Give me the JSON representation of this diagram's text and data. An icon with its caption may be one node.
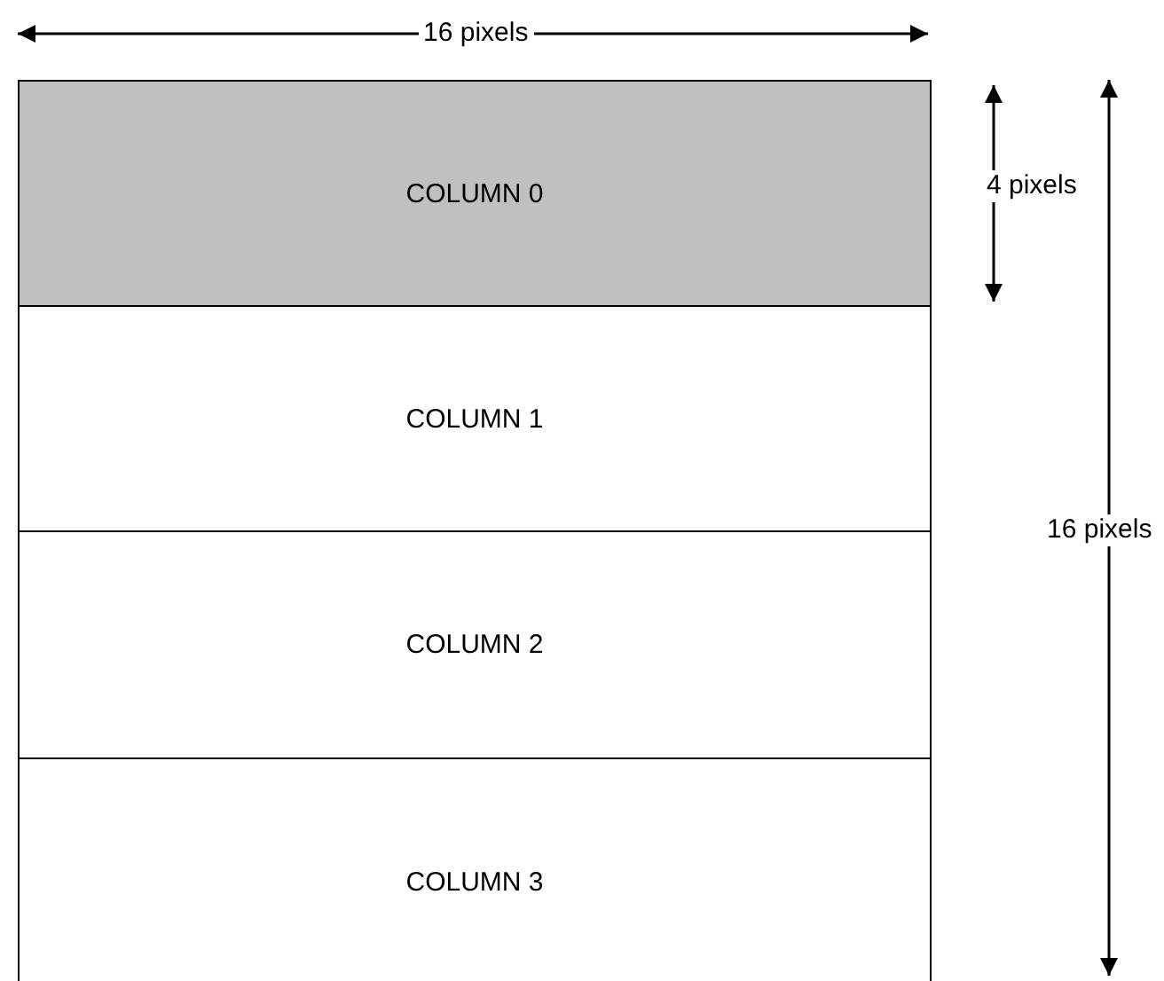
{
  "diagram": {
    "nodes": [
      {
        "text": [
          "COLUMN 0"
        ]
      },
      {
        "text": [
          "COLUMN 1"
        ]
      },
      {
        "text": [
          "COLUMN 2"
        ]
      },
      {
        "text": [
          "COLUMN 3"
        ]
      }
    ],
    "labels": [
      "16 pixels",
      "4 pixels",
      "16 pixels"
    ]
  }
}
